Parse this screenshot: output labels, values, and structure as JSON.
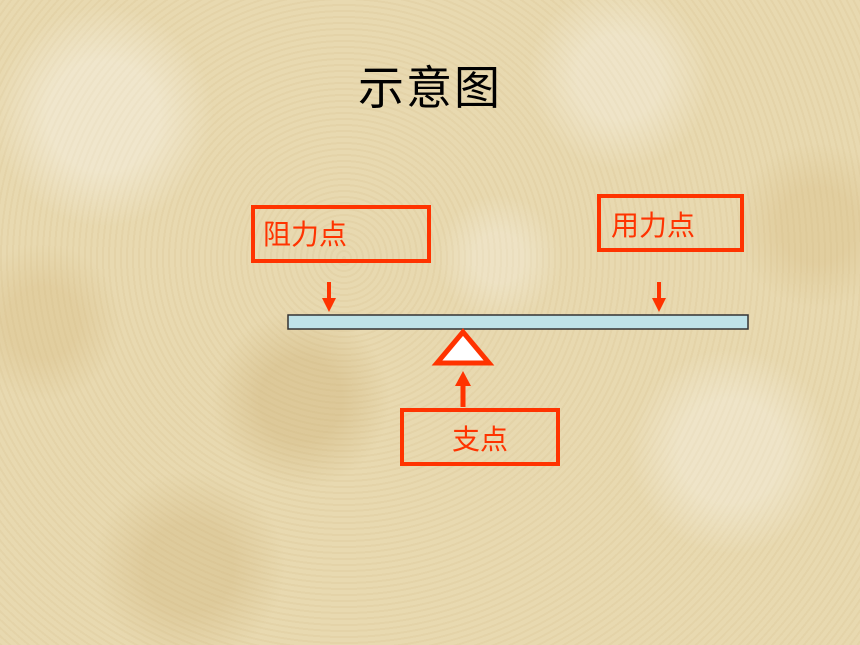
{
  "title": "示意图",
  "labels": {
    "resistance_point": "阻力点",
    "effort_point": "用力点",
    "fulcrum": "支点"
  },
  "colors": {
    "accent": "#ff3300",
    "lever_fill": "#bfe3e8",
    "lever_stroke": "#333333",
    "fulcrum_fill": "#ffffff",
    "background": "#e8d9b0"
  }
}
